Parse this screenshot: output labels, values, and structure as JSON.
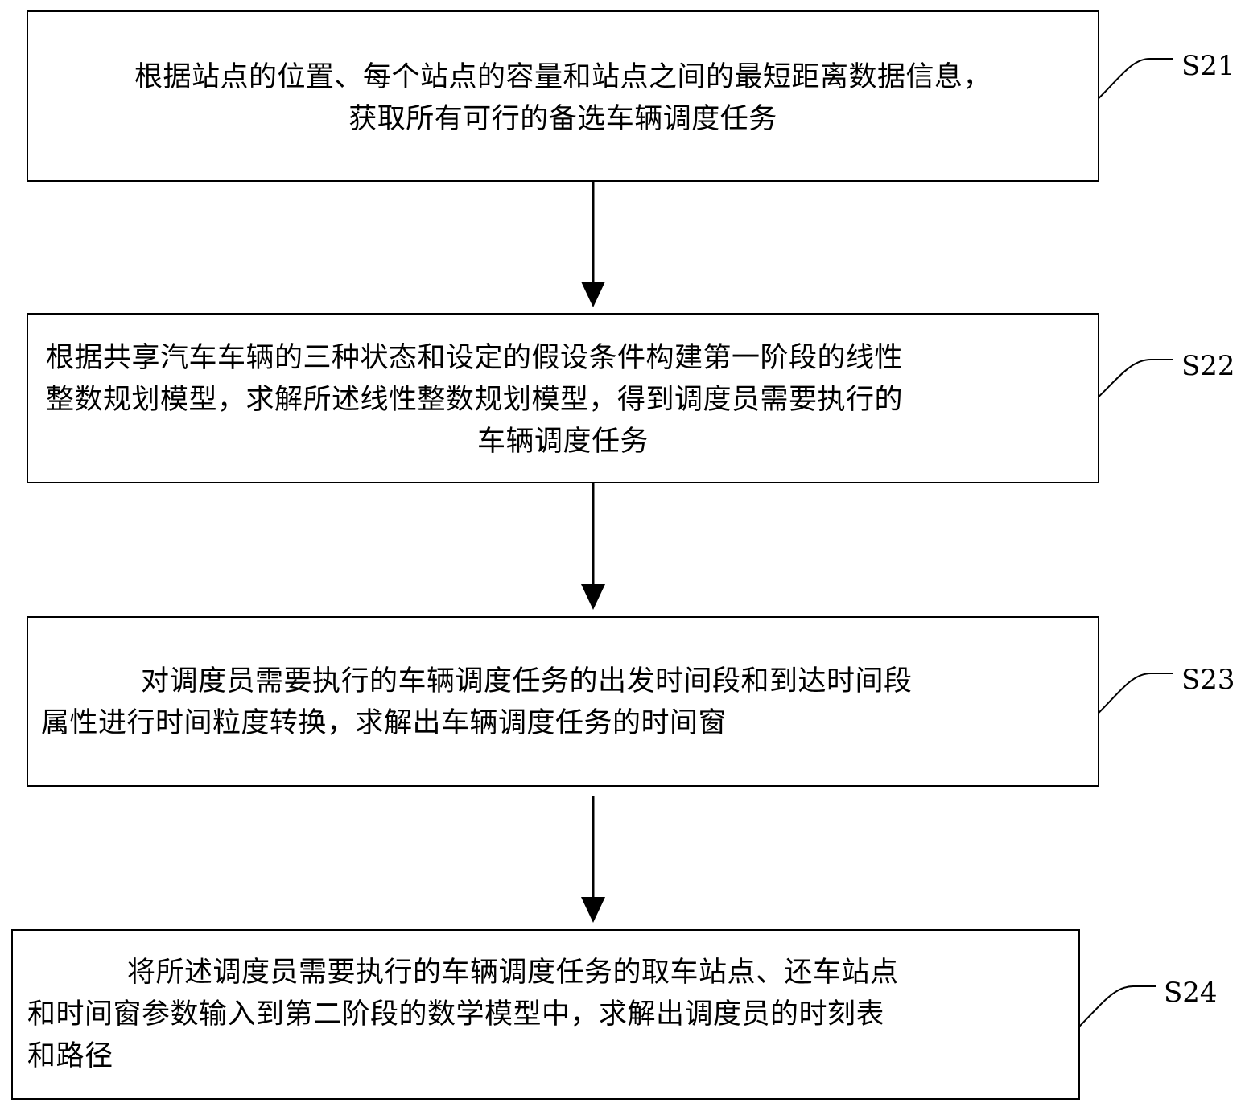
{
  "steps": [
    {
      "id": "S21",
      "label": "S21",
      "lines": [
        "根据站点的位置、每个站点的容量和站点之间的最短距离数据信息，",
        "获取所有可行的备选车辆调度任务"
      ]
    },
    {
      "id": "S22",
      "label": "S22",
      "lines": [
        "根据共享汽车车辆的三种状态和设定的假设条件构建第一阶段的线性",
        "整数规划模型，求解所述线性整数规划模型，得到调度员需要执行的",
        "车辆调度任务"
      ]
    },
    {
      "id": "S23",
      "label": "S23",
      "lines": [
        "对调度员需要执行的车辆调度任务的出发时间段和到达时间段",
        "属性进行时间粒度转换，求解出车辆调度任务的时间窗"
      ]
    },
    {
      "id": "S24",
      "label": "S24",
      "lines": [
        "将所述调度员需要执行的车辆调度任务的取车站点、还车站点",
        "和时间窗参数输入到第二阶段的数学模型中，求解出调度员的时刻表",
        "和路径"
      ]
    }
  ]
}
